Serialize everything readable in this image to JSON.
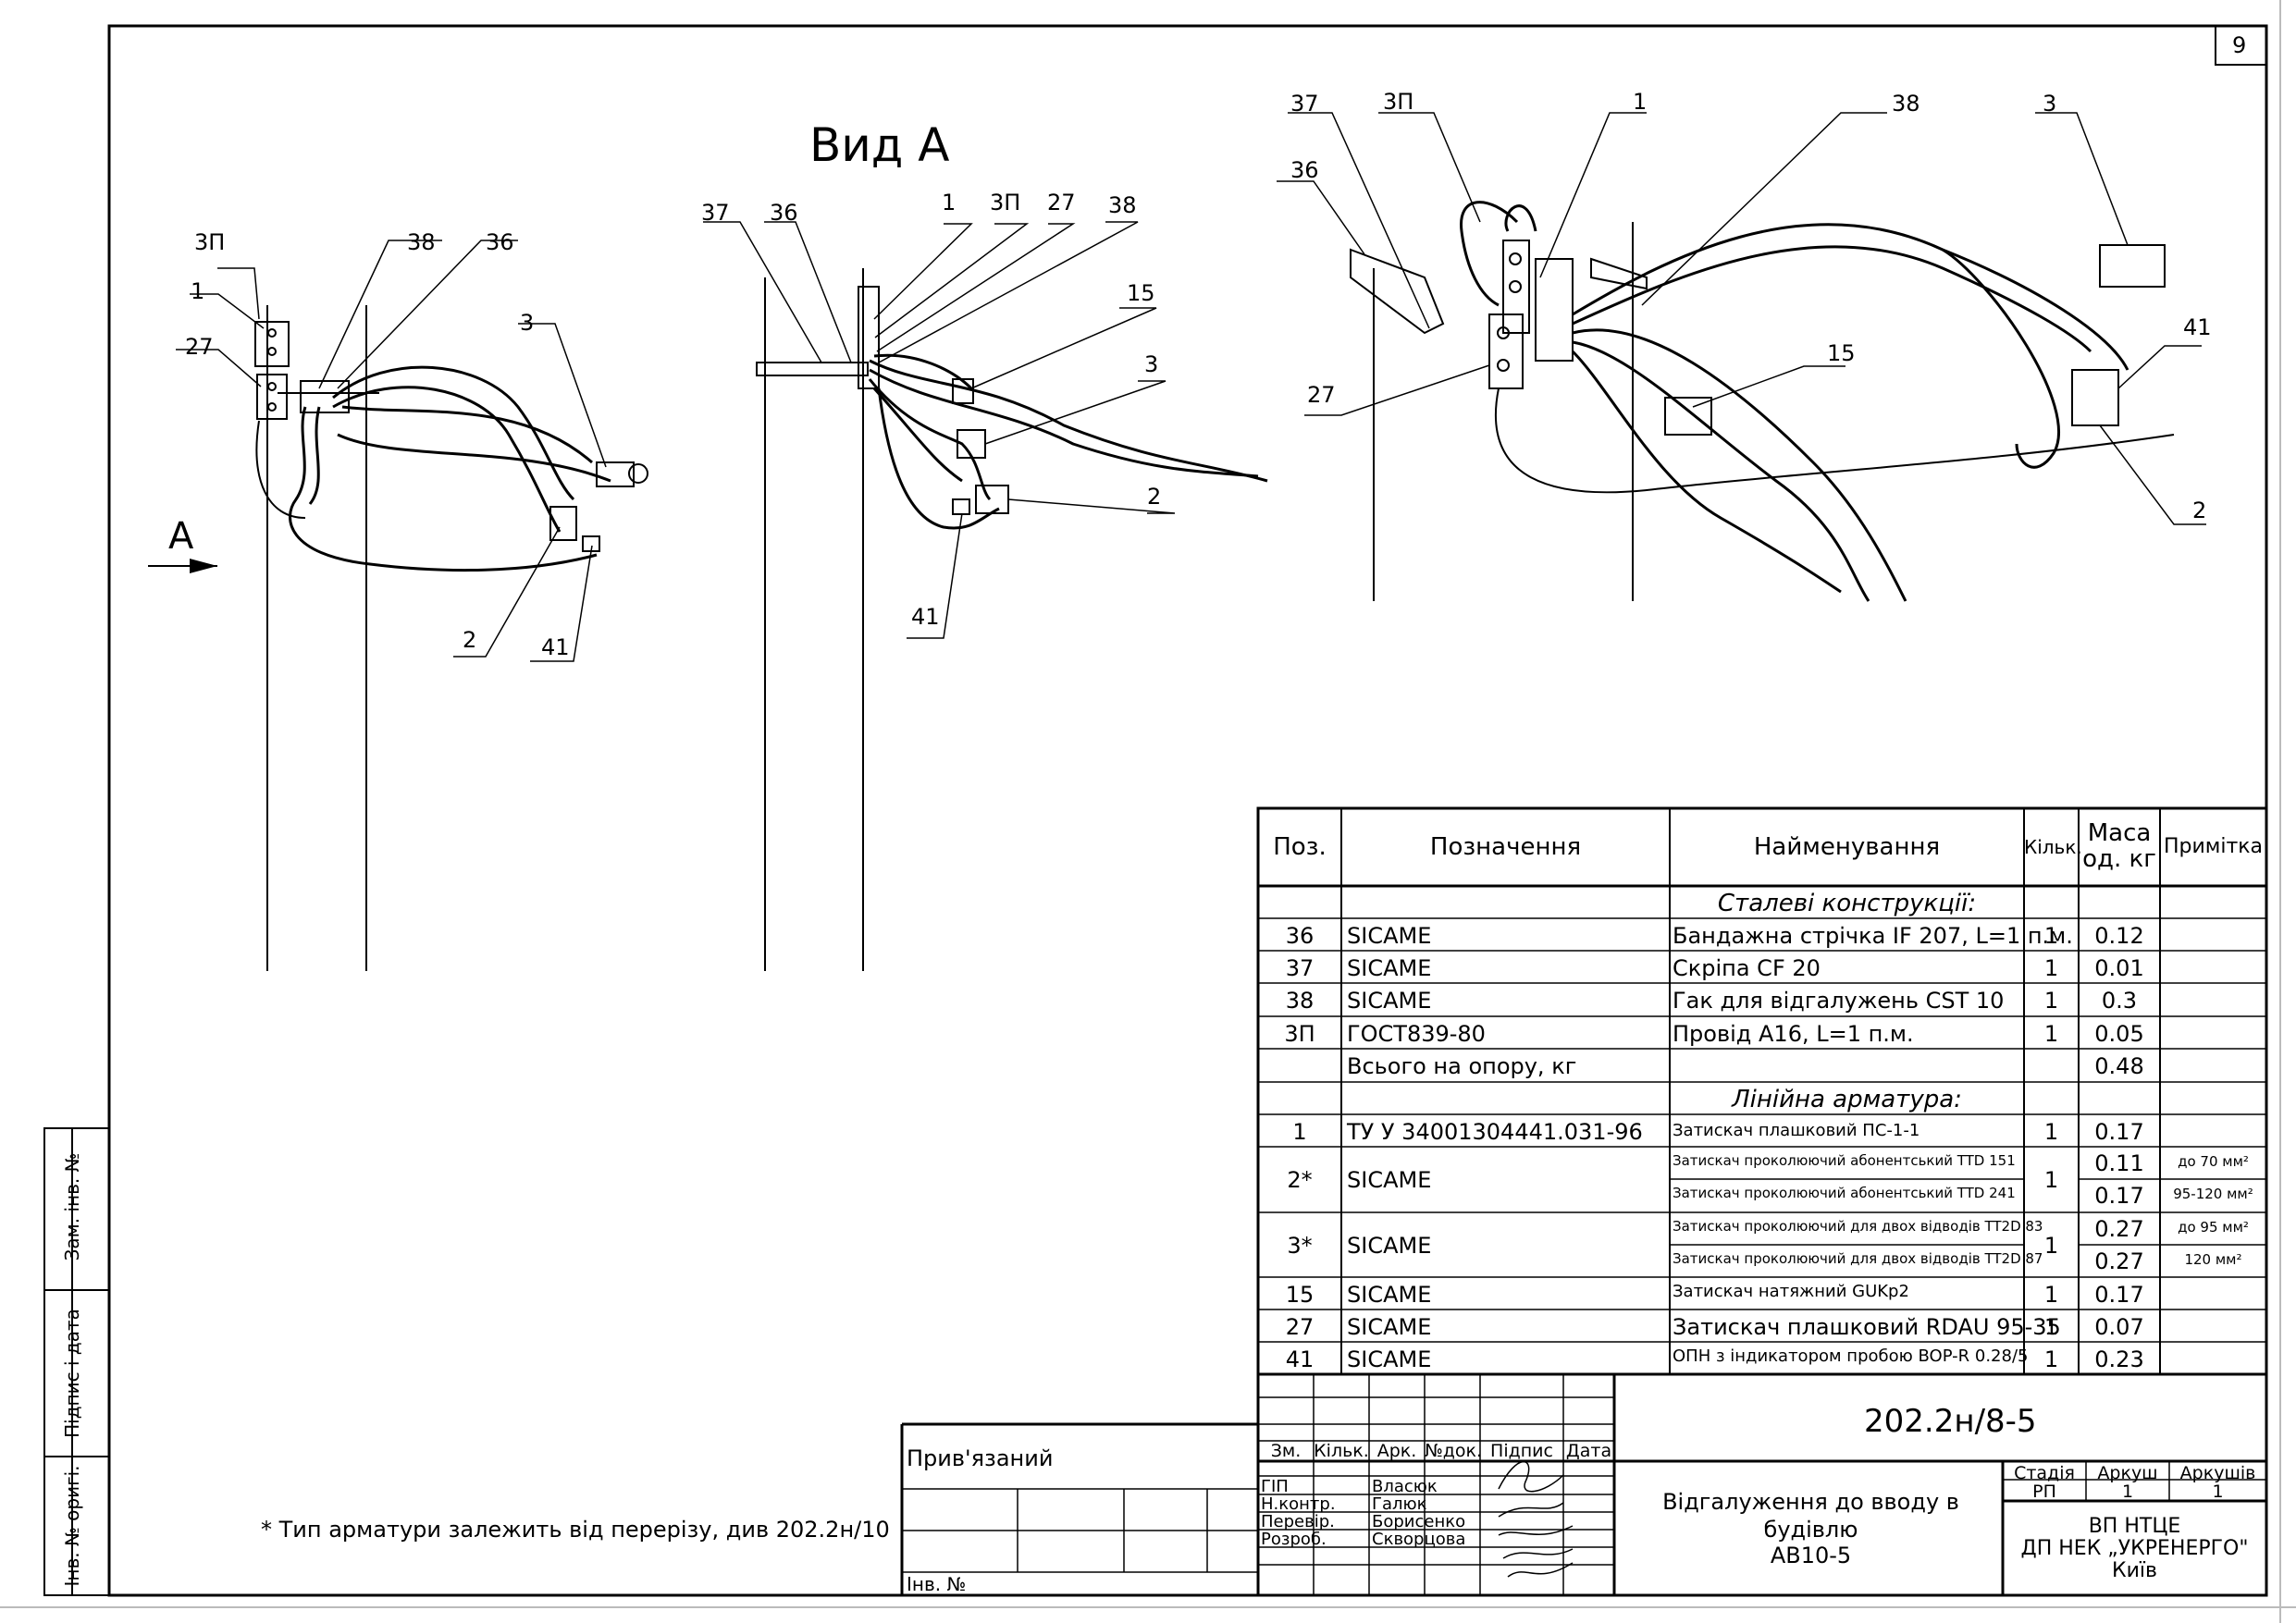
{
  "sheet": {
    "number": "9",
    "view_title": "Вид А",
    "arrow_label": "A",
    "footnote": "* Тип арматури залежить від перерізу, див 202.2н/10"
  },
  "callouts": {
    "d1": [
      "3П",
      "1",
      "27",
      "38",
      "36",
      "3",
      "2",
      "41"
    ],
    "d2": [
      "37",
      "36",
      "1",
      "3П",
      "27",
      "38",
      "15",
      "3",
      "2",
      "41"
    ],
    "d3": [
      "37",
      "3П",
      "1",
      "38",
      "3",
      "36",
      "41",
      "15",
      "27",
      "2"
    ]
  },
  "table": {
    "headers": {
      "pos": "Поз.",
      "designation": "Позначення",
      "name": "Найменування",
      "qty": "Кільк.",
      "mass1": "Маса",
      "mass2": "од. кг",
      "note": "Примітка"
    },
    "section1": "Сталеві конструкції:",
    "section2": "Лінійна арматура:",
    "rows1": [
      {
        "pos": "36",
        "des": "SICAME",
        "name": "Бандажна стрічка IF 207, L=1 п.м.",
        "qty": "1",
        "mass": "0.12"
      },
      {
        "pos": "37",
        "des": "SICAME",
        "name": "Скріпа CF 20",
        "qty": "1",
        "mass": "0.01"
      },
      {
        "pos": "38",
        "des": "SICAME",
        "name": "Гак для відгалужень CST 10",
        "qty": "1",
        "mass": "0.3"
      },
      {
        "pos": "3П",
        "des": "ГОСТ839-80",
        "name": "Провід А16, L=1 п.м.",
        "qty": "1",
        "mass": "0.05"
      }
    ],
    "total": {
      "label": "Всього на опору, кг",
      "mass": "0.48"
    },
    "row_1": {
      "pos": "1",
      "des": "ТУ У 34001304441.031-96",
      "name": "Затискач плашковий ПС-1-1",
      "qty": "1",
      "mass": "0.17"
    },
    "row_2": {
      "pos": "2*",
      "des": "SICAME",
      "qty": "1",
      "subs": [
        {
          "name": "Затискач проколюючий абонентський TTD 151",
          "mass": "0.11",
          "note": "до 70 мм²"
        },
        {
          "name": "Затискач проколюючий абонентський TTD 241",
          "mass": "0.17",
          "note": "95-120 мм²"
        }
      ]
    },
    "row_3": {
      "pos": "3*",
      "des": "SICAME",
      "qty": "1",
      "subs": [
        {
          "name": "Затискач проколюючий для двох відводів TT2D 83",
          "mass": "0.27",
          "note": "до 95 мм²"
        },
        {
          "name": "Затискач проколюючий для двох відводів TT2D 87",
          "mass": "0.27",
          "note": "120 мм²"
        }
      ]
    },
    "rows_end": [
      {
        "pos": "15",
        "des": "SICAME",
        "name": "Затискач натяжний GUKp2",
        "qty": "1",
        "mass": "0.17"
      },
      {
        "pos": "27",
        "des": "SICAME",
        "name": "Затискач плашковий RDAU 95-35",
        "qty": "1",
        "mass": "0.07"
      },
      {
        "pos": "41",
        "des": "SICAME",
        "name": "ОПН з індикатором пробою BOP-R 0.28/5",
        "qty": "1",
        "mass": "0.23"
      }
    ]
  },
  "stamp": {
    "doc_code": "202.2н/8-5",
    "privyazaniy": "Прив'язаний",
    "inv_no": "Інв. №",
    "cols": [
      "Зм.",
      "Кільк.",
      "Арк.",
      "№док.",
      "Підпис",
      "Дата"
    ],
    "roles": [
      {
        "role": "ГІП",
        "name": "Власюк"
      },
      {
        "role": "Н.контр.",
        "name": "Галюк"
      },
      {
        "role": "Перевір.",
        "name": "Борисенко"
      },
      {
        "role": "Розроб.",
        "name": "Скворцова"
      }
    ],
    "title_lines": [
      "Відгалуження до вводу в",
      "будівлю",
      "АВ10-5"
    ],
    "stage_label": "Стадія",
    "sheet_label": "Аркуш",
    "sheets_label": "Аркушів",
    "stage": "РП",
    "sheet": "1",
    "sheets": "1",
    "org_lines": [
      "ВП НТЦЕ",
      "ДП НЕК „УКРЕНЕРГО\"",
      "Київ"
    ]
  },
  "side_stamp": [
    "Зам. інв. №",
    "Підпис і дата",
    "Інв. № оригі."
  ]
}
